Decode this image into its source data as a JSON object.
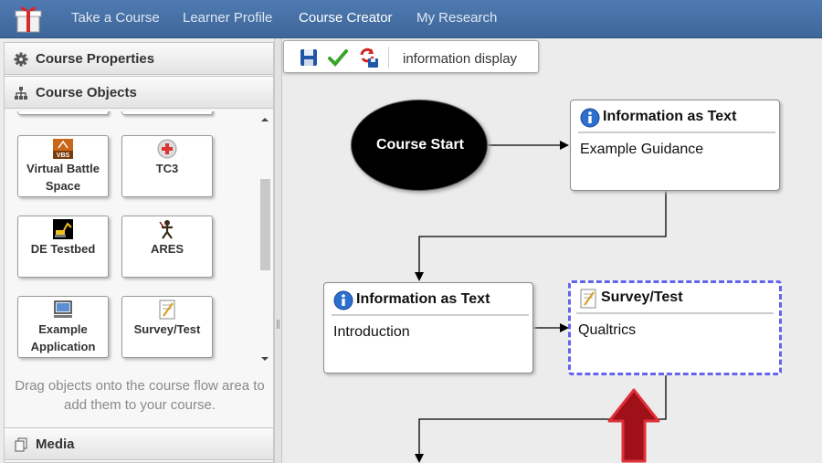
{
  "nav": {
    "items": [
      "Take a Course",
      "Learner Profile",
      "Course Creator",
      "My Research"
    ],
    "active": "Course Creator"
  },
  "left_panel": {
    "course_properties": "Course Properties",
    "course_objects": "Course Objects",
    "objects": [
      {
        "label": "Virtual Battle Space",
        "icon": "vbs-icon"
      },
      {
        "label": "TC3",
        "icon": "tc3-icon"
      },
      {
        "label": "DE Testbed",
        "icon": "excavator-icon"
      },
      {
        "label": "ARES",
        "icon": "ares-figure-icon"
      },
      {
        "label": "Example Application",
        "icon": "computer-icon"
      },
      {
        "label": "Survey/Test",
        "icon": "survey-icon"
      }
    ],
    "drag_hint": "Drag objects onto the course flow area to add them to your course.",
    "media": "Media"
  },
  "toolbar": {
    "buttons": [
      "save-icon",
      "check-icon",
      "refresh-save-icon"
    ],
    "title": "information display"
  },
  "flow": {
    "start": "Course Start",
    "nodes": [
      {
        "title": "Information as Text",
        "text": "Example Guidance",
        "icon": "info-icon"
      },
      {
        "title": "Information as Text",
        "text": "Introduction",
        "icon": "info-icon"
      },
      {
        "title": "Survey/Test",
        "text": "Qualtrics",
        "icon": "survey-icon",
        "selected": true
      }
    ]
  },
  "colors": {
    "nav_bg": "#4a75aa",
    "selection_dash": "#6464f0",
    "arrow_fill": "#a01018",
    "arrow_stroke": "#e0303a"
  }
}
